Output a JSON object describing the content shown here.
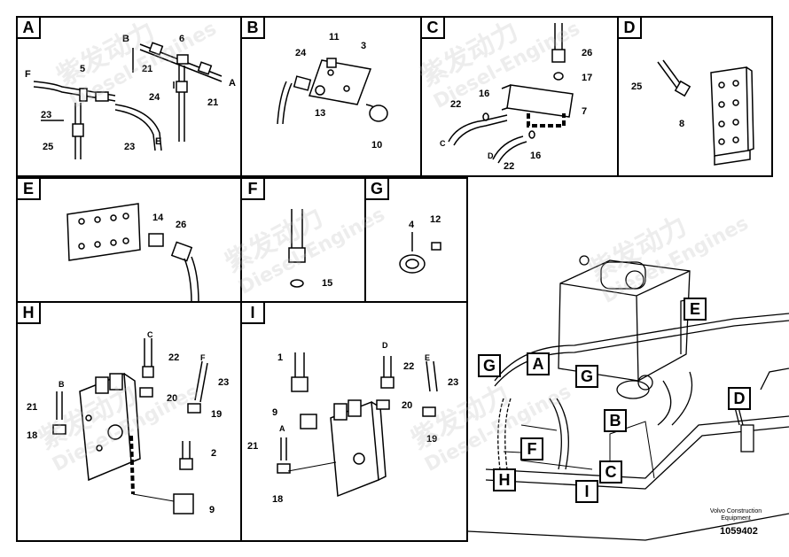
{
  "panels": {
    "A": {
      "tag": "A",
      "labels": [
        "B",
        "6",
        "21",
        "F",
        "5",
        "A",
        "24",
        "21",
        "23",
        "25",
        "23",
        "E"
      ]
    },
    "B": {
      "tag": "B",
      "labels": [
        "11",
        "3",
        "24",
        "13",
        "10"
      ]
    },
    "C": {
      "tag": "C",
      "labels": [
        "26",
        "17",
        "22",
        "16",
        "7",
        "C",
        "D",
        "16",
        "22"
      ]
    },
    "D": {
      "tag": "D",
      "labels": [
        "25",
        "8"
      ]
    },
    "E": {
      "tag": "E",
      "labels": [
        "14",
        "26"
      ]
    },
    "F": {
      "tag": "F",
      "labels": [
        "15"
      ]
    },
    "G": {
      "tag": "G",
      "labels": [
        "4",
        "12"
      ]
    },
    "H": {
      "tag": "H",
      "labels": [
        "C",
        "22",
        "F",
        "23",
        "B",
        "20",
        "21",
        "19",
        "18",
        "2",
        "9"
      ]
    },
    "I": {
      "tag": "I",
      "labels": [
        "1",
        "D",
        "22",
        "E",
        "23",
        "20",
        "9",
        "A",
        "19",
        "21",
        "18"
      ]
    }
  },
  "callouts": [
    "E",
    "G",
    "A",
    "G",
    "B",
    "D",
    "F",
    "C",
    "H",
    "I"
  ],
  "watermark": {
    "cn": "紫发动力",
    "en": "Diesel-Engines"
  },
  "footer": {
    "maker_line1": "Volvo Construction",
    "maker_line2": "Equipment",
    "doc_number": "1059402"
  }
}
